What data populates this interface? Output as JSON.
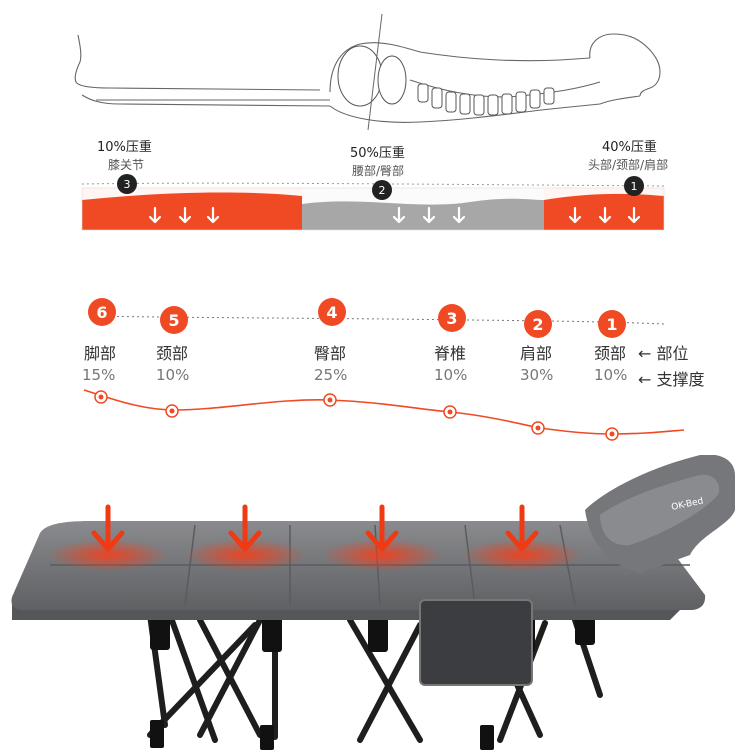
{
  "pressure_top": [
    {
      "num": "3",
      "pct": "10%压重",
      "part": "膝关节"
    },
    {
      "num": "2",
      "pct": "50%压重",
      "part": "腰部/臀部"
    },
    {
      "num": "1",
      "pct": "40%压重",
      "part": "头部/颈部/肩部"
    }
  ],
  "support_points": [
    {
      "num": "6",
      "name": "脚部",
      "pct": "15%"
    },
    {
      "num": "5",
      "name": "颈部",
      "pct": "10%"
    },
    {
      "num": "4",
      "name": "臀部",
      "pct": "25%"
    },
    {
      "num": "3",
      "name": "脊椎",
      "pct": "10%"
    },
    {
      "num": "2",
      "name": "肩部",
      "pct": "30%"
    },
    {
      "num": "1",
      "name": "颈部",
      "pct": "10%"
    }
  ],
  "legend": {
    "row1": "← 部位",
    "row2": "← 支撑度"
  },
  "colors": {
    "accent": "#f04a24",
    "gray_pad": "#a7a7a7",
    "bed_gray": "#7a7b7e"
  }
}
